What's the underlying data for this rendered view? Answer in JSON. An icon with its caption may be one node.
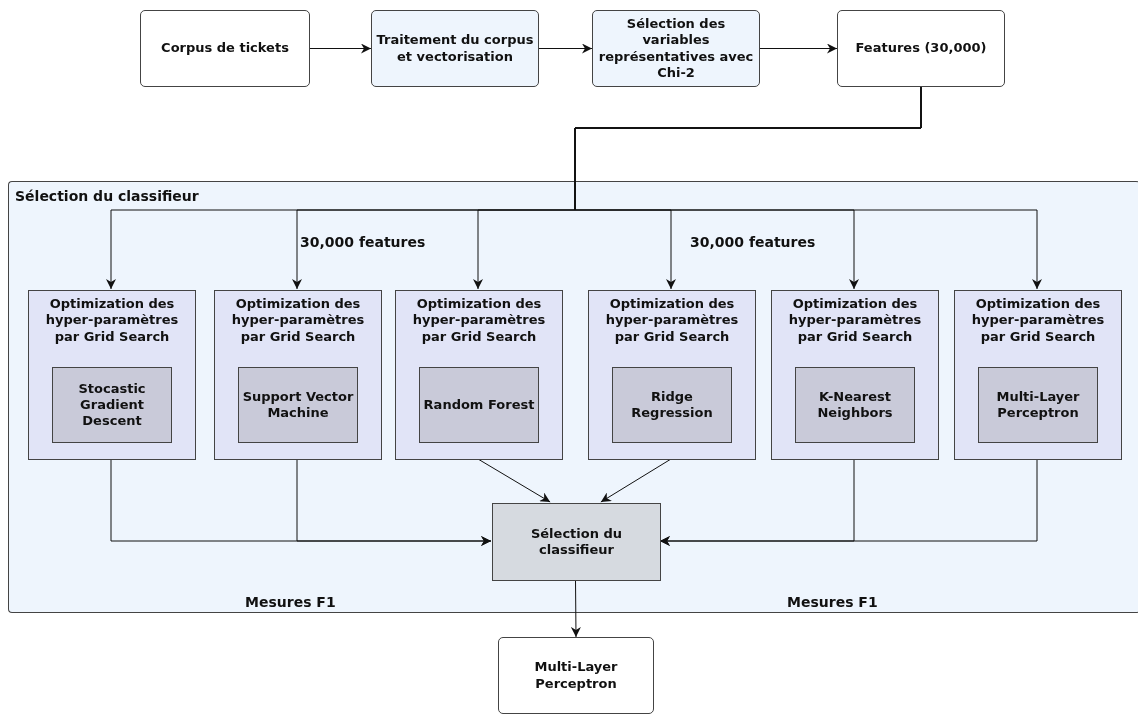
{
  "diagram": {
    "nodes": [
      {
        "text": [
          "Corpus de tickets"
        ]
      },
      {
        "text": [
          "Traitement du corpus et vectorisation"
        ]
      },
      {
        "text": [
          "Sélection des variables représentatives avec Chi-2"
        ]
      },
      {
        "text": [
          "Features (30,000)"
        ]
      },
      {
        "text": [
          "Sélection du classifieur"
        ]
      },
      {
        "text": [
          "Optimization des hyper-paramètres par Grid Search"
        ],
        "in": 4
      },
      {
        "text": [
          "Stocastic Gradient Descent"
        ],
        "in": 5
      },
      {
        "text": [
          "Optimization des hyper-paramètres par Grid Search"
        ],
        "in": 4
      },
      {
        "text": [
          "Support Vector Machine"
        ],
        "in": 7
      },
      {
        "text": [
          "Optimization des hyper-paramètres par Grid Search"
        ],
        "in": 4
      },
      {
        "text": [
          "Random Forest"
        ],
        "in": 9
      },
      {
        "text": [
          "Optimization des hyper-paramètres par Grid Search"
        ],
        "in": 4
      },
      {
        "text": [
          "Ridge Regression"
        ],
        "in": 11
      },
      {
        "text": [
          "Optimization des hyper-paramètres par Grid Search"
        ],
        "in": 4
      },
      {
        "text": [
          "K-Nearest Neighbors"
        ],
        "in": 13
      },
      {
        "text": [
          "Optimization des hyper-paramètres par Grid Search"
        ],
        "in": 4
      },
      {
        "text": [
          "Multi-Layer Perceptron"
        ],
        "in": 15
      },
      {
        "text": [
          "Sélection du classifieur"
        ],
        "in": 4
      },
      {
        "text": [
          "Multi-Layer Perceptron"
        ]
      }
    ],
    "edges": [
      {
        "from": 0,
        "to": 1,
        "arrow": "to"
      },
      {
        "from": 1,
        "to": 2,
        "arrow": "to"
      },
      {
        "from": 2,
        "to": 3,
        "arrow": "to"
      },
      {
        "from": 3,
        "to": 5,
        "arrow": "to"
      },
      {
        "from": 3,
        "to": 7,
        "arrow": "to"
      },
      {
        "from": 3,
        "to": 9,
        "arrow": "to"
      },
      {
        "from": 3,
        "to": 11,
        "arrow": "to"
      },
      {
        "from": 3,
        "to": 13,
        "arrow": "to"
      },
      {
        "from": 3,
        "to": 15,
        "arrow": "to"
      },
      {
        "from": 5,
        "to": 17,
        "arrow": "to"
      },
      {
        "from": 7,
        "to": 17,
        "arrow": "to"
      },
      {
        "from": 9,
        "to": 17,
        "arrow": "to"
      },
      {
        "from": 11,
        "to": 17,
        "arrow": "to"
      },
      {
        "from": 13,
        "to": 17,
        "arrow": "to"
      },
      {
        "from": 15,
        "to": 17,
        "arrow": "to"
      },
      {
        "from": 17,
        "to": 18,
        "arrow": "to"
      }
    ],
    "labels": [
      "30,000 features",
      "30,000 features",
      "Mesures F1",
      "Mesures F1"
    ]
  }
}
